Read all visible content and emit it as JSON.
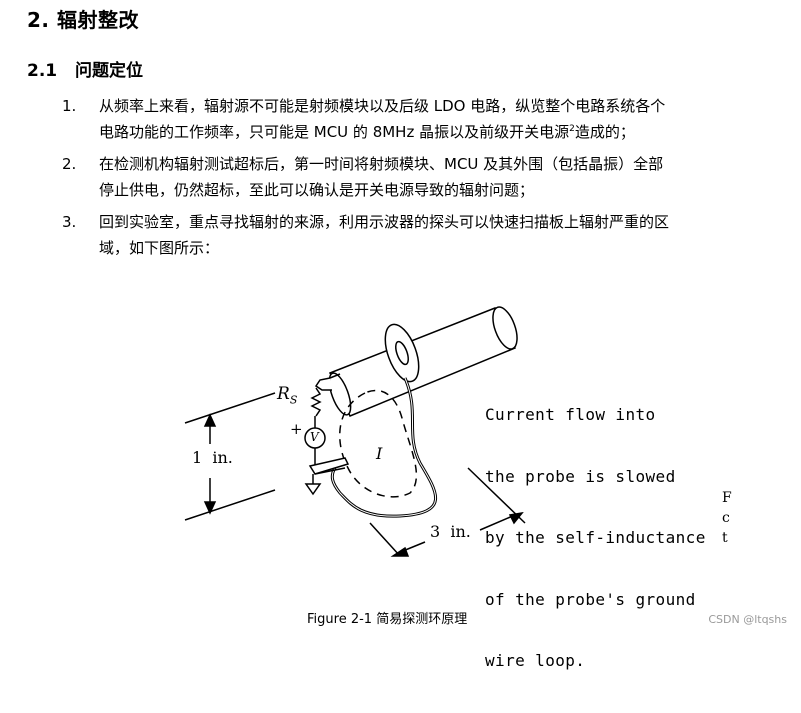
{
  "heading": "2. 辐射整改",
  "subheading": {
    "num": "2.1",
    "title": "问题定位"
  },
  "items": [
    {
      "n": "1.",
      "lines": [
        "从频率上来看，辐射源不可能是射频模块以及后级 LDO 电路，纵览整个电路系统各个",
        "电路功能的工作频率，只可能是 MCU 的 8MHz 晶振以及前级开关电源",
        "造成的；"
      ],
      "sup": "2"
    },
    {
      "n": "2.",
      "lines": [
        "在检测机构辐射测试超标后，第一时间将射频模块、MCU 及其外围（包括晶振）全部",
        "停止供电，仍然超标，至此可以确认是开关电源导致的辐射问题；"
      ]
    },
    {
      "n": "3.",
      "lines": [
        "回到实验室，重点寻找辐射的来源，利用示波器的探头可以快速扫描板上辐射严重的区",
        "域，如下图所示："
      ]
    }
  ],
  "figure": {
    "text_lines": [
      "Current flow into",
      "the probe is slowed",
      "by the self-inductance",
      "of the probe's ground",
      "wire loop."
    ],
    "label_height": "1  in.",
    "label_width": "3  in.",
    "label_rs": "R",
    "label_rs_sub": "S",
    "label_v": "V",
    "label_i": "I",
    "label_plus": "+",
    "edge_glyphs": [
      "F",
      "c",
      "t"
    ],
    "caption": "Figure 2-1  简易探测环原理"
  },
  "watermark": "CSDN @ltqshs"
}
